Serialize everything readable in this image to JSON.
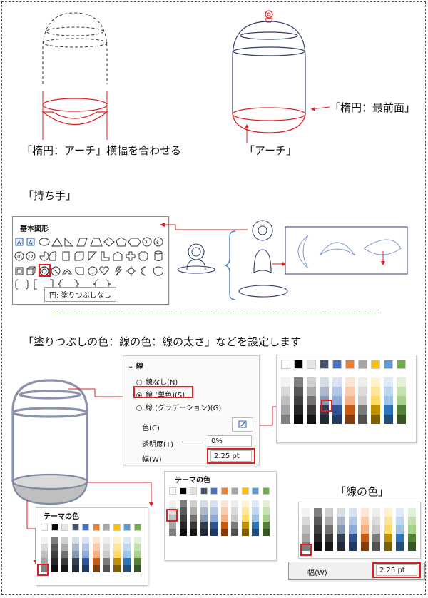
{
  "section1": {
    "caption_left": "「楕円：アーチ」横幅を合わせる",
    "caption_right_ellipse": "「楕円：最前面」",
    "caption_right_arch": "「アーチ」"
  },
  "section2": {
    "title": "「持ち手」",
    "shapes_panel_title": "基本図形",
    "tooltip": "円: 塗りつぶしなし"
  },
  "section3": {
    "title": "「塗りつぶしの色：線の色：線の太さ」などを設定します",
    "line_panel": {
      "header": "線",
      "opt_none": "線なし(N)",
      "opt_solid": "線 (単色)(S)",
      "opt_gradient": "線 (グラデーション)(G)",
      "color_label": "色(C)",
      "transparency_label": "透明度(T)",
      "transparency_value": "0%",
      "width_label": "幅(W)",
      "width_value": "2.25 pt"
    },
    "theme_colors_title": "テーマの色",
    "theme_colors_title_2": "テーマの色",
    "line_color_caption": "「線の色」",
    "width_label_2": "幅(W)",
    "width_value_2": "2.25 pt"
  },
  "colors": {
    "accent_red": "#e02020",
    "outline_navy": "#2f3f66",
    "bell_gray": "#7f8aa3"
  },
  "palette": {
    "top_row": [
      "#ffffff",
      "#000000",
      "#e7e6e6",
      "#44546a",
      "#4472c4",
      "#ed7d31",
      "#a5a5a5",
      "#ffc000",
      "#5b9bd5",
      "#70ad47"
    ],
    "columns": [
      [
        "#f2f2f2",
        "#d9d9d9",
        "#bfbfbf",
        "#a6a6a6",
        "#7f7f7f"
      ],
      [
        "#7f7f7f",
        "#595959",
        "#3f3f3f",
        "#262626",
        "#0d0d0d"
      ],
      [
        "#d0cece",
        "#aeabab",
        "#757171",
        "#3a3838",
        "#171616"
      ],
      [
        "#d6dce4",
        "#adb9ca",
        "#8496b0",
        "#333f4f",
        "#222a35"
      ],
      [
        "#d9e2f3",
        "#b4c6e7",
        "#8eaadb",
        "#2f5496",
        "#1f3864"
      ],
      [
        "#fbe5d5",
        "#f7cbac",
        "#f4b183",
        "#c55a11",
        "#833c0b"
      ],
      [
        "#ededed",
        "#dbdbdb",
        "#c9c9c9",
        "#7b7b7b",
        "#525252"
      ],
      [
        "#fff2cc",
        "#fee599",
        "#ffd965",
        "#bf9000",
        "#7f6000"
      ],
      [
        "#deebf6",
        "#bdd7ee",
        "#9dc3e6",
        "#2e75b5",
        "#1e4e79"
      ],
      [
        "#e2efd9",
        "#c5e0b3",
        "#a8d08d",
        "#538135",
        "#375623"
      ]
    ]
  }
}
